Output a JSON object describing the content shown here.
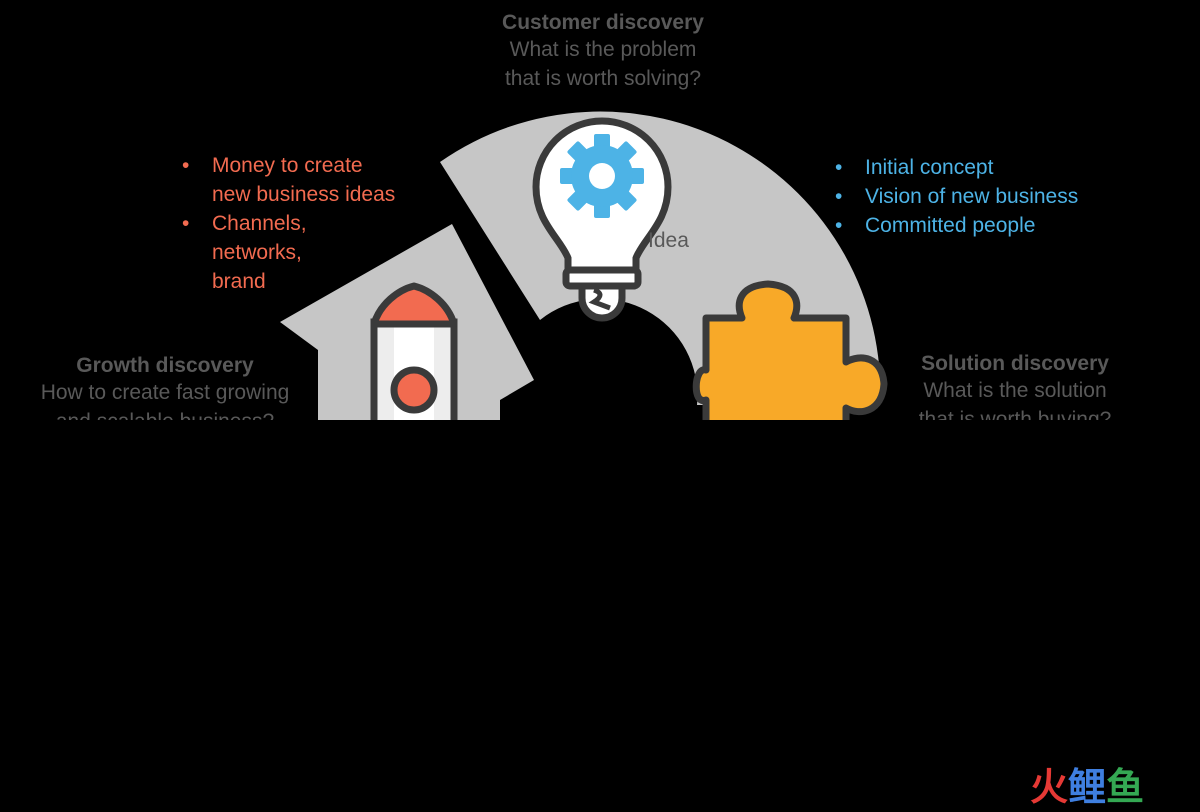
{
  "customer": {
    "title": "Customer discovery",
    "q1": "What is the problem",
    "q2": "that is worth solving?"
  },
  "solution": {
    "title": "Solution discovery",
    "q1": "What is the solution",
    "q2": "that is worth buying?"
  },
  "growth": {
    "title": "Growth discovery",
    "q1": "How to create fast growing",
    "q2": "and scalable business?"
  },
  "idea_label": "Idea",
  "inputs_list": [
    "Initial concept",
    "Vision of new business",
    "Committed people"
  ],
  "resources_list": [
    [
      "Money to create",
      "new business ideas"
    ],
    [
      "Channels,",
      "networks,",
      "brand"
    ]
  ],
  "watermark": {
    "c1": "火",
    "c2": "鲤",
    "c3": "鱼",
    "colors": [
      "#E53935",
      "#3F7FE0",
      "#34A853"
    ]
  },
  "colors": {
    "ring": "#C6C6C6",
    "bulb_outline": "#3A3A3A",
    "gear": "#4DB3E6",
    "rocket_nose": "#F26B50",
    "rocket_body": "#EDEDED",
    "puzzle": "#F8A928",
    "orange_text": "#F26B50",
    "blue_text": "#4DB3E6",
    "grey_text": "#595959"
  }
}
